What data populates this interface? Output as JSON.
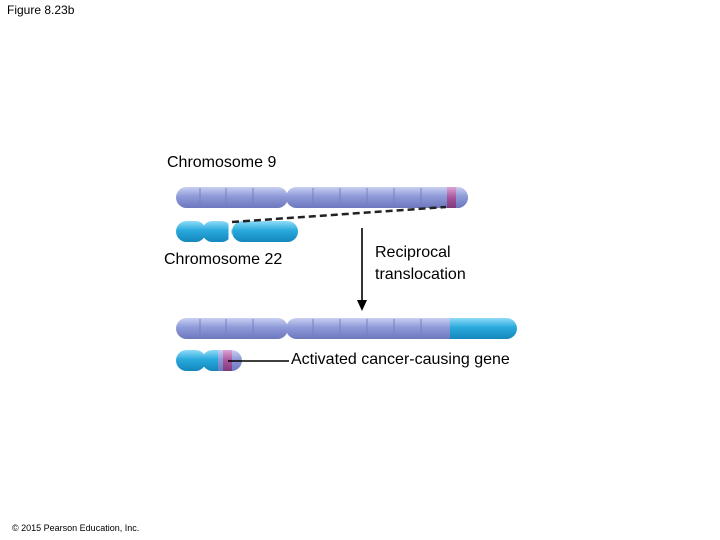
{
  "figure_label": "Figure 8.23b",
  "labels": {
    "chromosome_9": "Chromosome 9",
    "chromosome_22": "Chromosome 22",
    "translocation_line1": "Reciprocal",
    "translocation_line2": "translocation",
    "activated_gene": "Activated cancer-causing gene"
  },
  "copyright": "© 2015 Pearson Education, Inc.",
  "colors": {
    "chromosome_9": "#8e9ad8",
    "chromosome_22": "#29a9dd",
    "gene_marker": "#a9559e",
    "dashed_line": "#222222",
    "arrow": "#000000"
  }
}
